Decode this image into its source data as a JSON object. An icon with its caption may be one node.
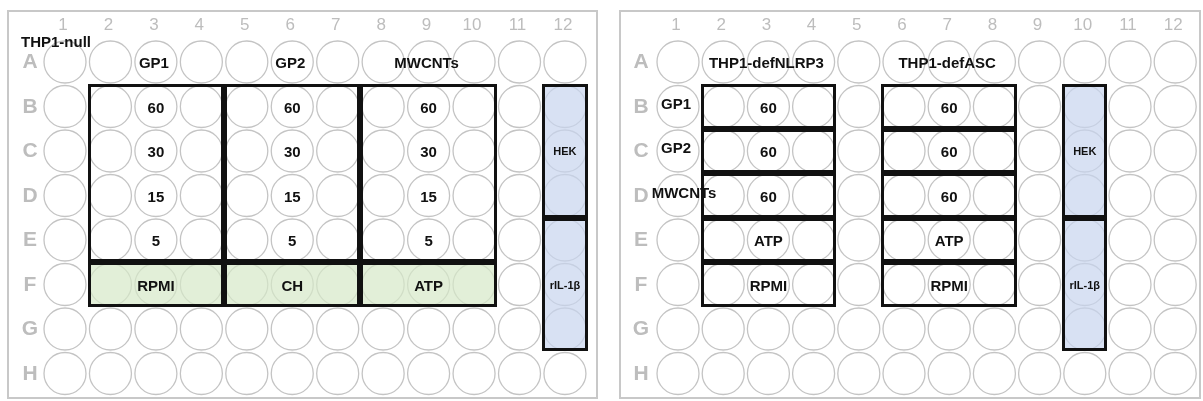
{
  "diagram": {
    "nodes": [
      {
        "text": [
          "THP1-null"
        ]
      },
      {
        "text": [
          "60",
          "30",
          "15",
          "5"
        ],
        "in": 0
      },
      {
        "text": [
          "60",
          "30",
          "15",
          "5"
        ],
        "in": 0
      },
      {
        "text": [
          "60",
          "30",
          "15",
          "5"
        ],
        "in": 0
      },
      {
        "text": [
          "RPMI"
        ],
        "in": 0
      },
      {
        "text": [
          "CH"
        ],
        "in": 0
      },
      {
        "text": [
          "ATP"
        ],
        "in": 0
      },
      {
        "text": [
          "HEK"
        ],
        "in": 0
      },
      {
        "text": [
          "rIL-1β"
        ],
        "in": 0
      },
      {
        "text": [],
        "shape": "box"
      },
      {
        "text": [
          "60"
        ],
        "in": 9
      },
      {
        "text": [
          "60"
        ],
        "in": 9
      },
      {
        "text": [
          "60"
        ],
        "in": 9
      },
      {
        "text": [
          "ATP"
        ],
        "in": 9
      },
      {
        "text": [
          "RPMI"
        ],
        "in": 9
      },
      {
        "text": [
          "60"
        ],
        "in": 9
      },
      {
        "text": [
          "60"
        ],
        "in": 9
      },
      {
        "text": [
          "60"
        ],
        "in": 9
      },
      {
        "text": [
          "ATP"
        ],
        "in": 9
      },
      {
        "text": [
          "RPMI"
        ],
        "in": 9
      },
      {
        "text": [
          "HEK"
        ],
        "in": 9
      },
      {
        "text": [
          "rIL-1β"
        ],
        "in": 9
      }
    ],
    "labels": [
      "1",
      "2",
      "3",
      "4",
      "5",
      "6",
      "7",
      "8",
      "9",
      "10",
      "11",
      "12",
      "A",
      "GP1",
      "GP2",
      "MWCNTs",
      "B",
      "C",
      "D",
      "E",
      "F",
      "G",
      "H",
      "1",
      "2",
      "3",
      "4",
      "5",
      "6",
      "7",
      "8",
      "9",
      "10",
      "11",
      "12",
      "A",
      "THP1-defNLRP3",
      "THP1-defASC",
      "B",
      "GP1",
      "C",
      "GP2",
      "D",
      "MWCNTs",
      "E",
      "F",
      "G",
      "H"
    ]
  }
}
